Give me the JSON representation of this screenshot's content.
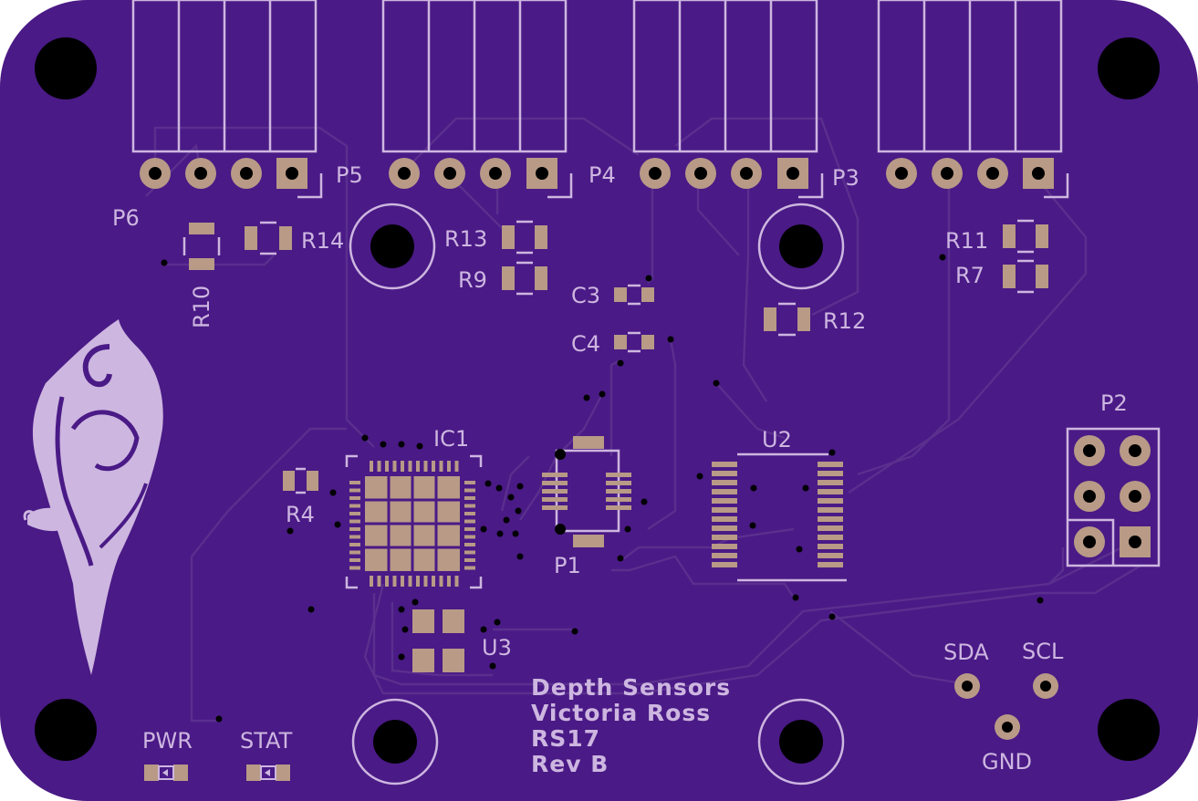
{
  "board": {
    "colors": {
      "substrate": "#4a1a86",
      "silkscreen": "#cdb6e0",
      "copper_pad": "#b89a86",
      "trace": "#5a2f8e",
      "drill": "#000000",
      "background": "#ffffff"
    },
    "connectors": {
      "p6": "P6",
      "p5": "P5",
      "p4": "P4",
      "p3": "P3",
      "p2": "P2",
      "p1": "P1"
    },
    "components": {
      "r10": "R10",
      "r14": "R14",
      "r13": "R13",
      "r9": "R9",
      "r11": "R11",
      "r7": "R7",
      "r12": "R12",
      "r4": "R4",
      "c3": "C3",
      "c4": "C4",
      "ic1": "IC1",
      "u2": "U2",
      "u3": "U3"
    },
    "indicators": {
      "pwr": "PWR",
      "stat": "STAT"
    },
    "i2c": {
      "sda": "SDA",
      "scl": "SCL",
      "gnd": "GND"
    },
    "title_block": {
      "line1": "Depth Sensors",
      "line2": "Victoria Ross",
      "line3": "RS17",
      "line4": "Rev B"
    },
    "logo": "leaf-logo"
  }
}
